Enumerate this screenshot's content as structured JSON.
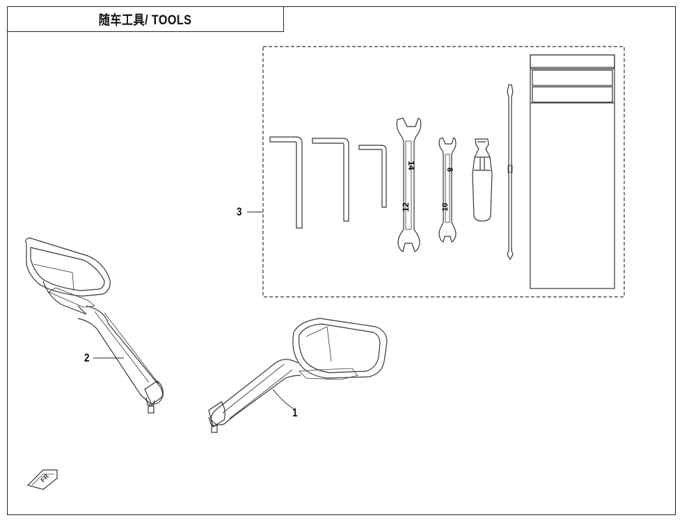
{
  "header": {
    "title": "随车工具/ TOOLS"
  },
  "callouts": [
    {
      "label": "1",
      "part": "right-mirror"
    },
    {
      "label": "2",
      "part": "left-mirror"
    },
    {
      "label": "3",
      "part": "tool-kit"
    }
  ],
  "wrench_sizes": {
    "large_top": "14",
    "large_bottom": "12",
    "small_top": "8",
    "small_bottom": "10"
  },
  "front_indicator_icon": "arrow-fr-icon"
}
